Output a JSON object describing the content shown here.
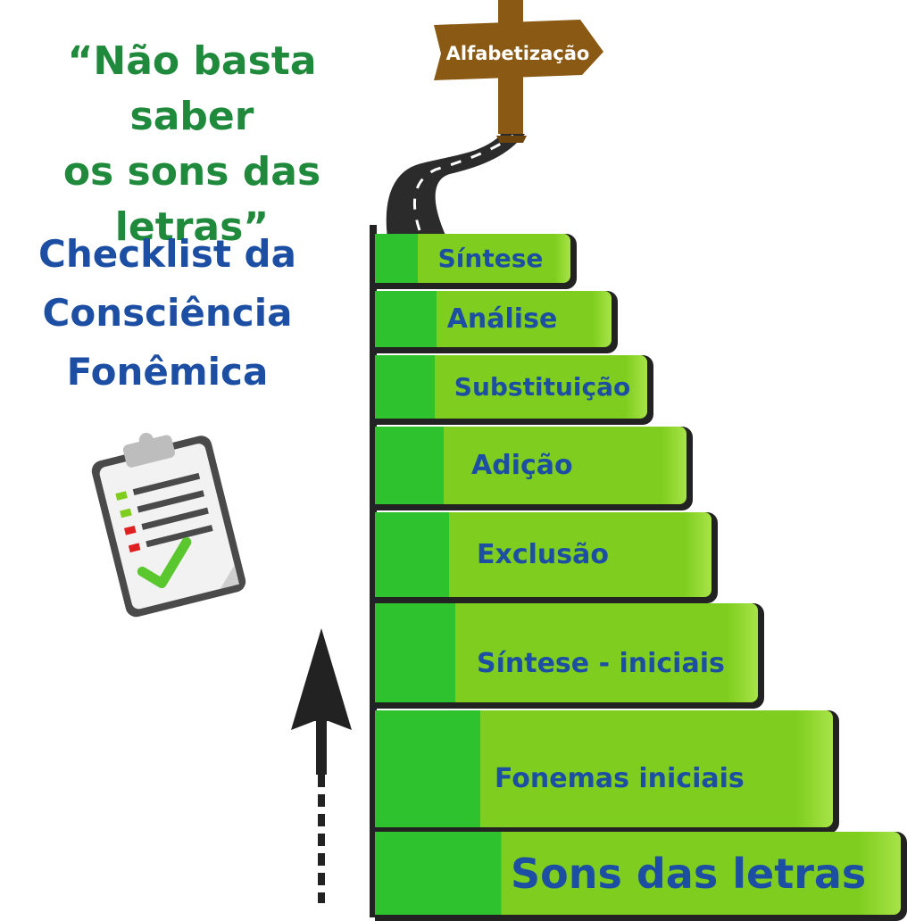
{
  "quote": "“Não basta saber\nos sons das\nletras”",
  "subtitle": "Checklist da\nConsciência\nFonêmica",
  "signpost": {
    "label": "Alfabetização"
  },
  "steps": [
    {
      "label": "Síntese"
    },
    {
      "label": "Análise"
    },
    {
      "label": "Substituição"
    },
    {
      "label": "Adição"
    },
    {
      "label": "Exclusão"
    },
    {
      "label": "Síntese - iniciais"
    },
    {
      "label": "Fonemas iniciais"
    },
    {
      "label": "Sons das letras"
    }
  ],
  "colors": {
    "quote": "#1f8a3c",
    "subtitle": "#1c4fa3",
    "step_dark": "#2ec22f",
    "step_light": "#7fce1f",
    "step_text": "#1c4fa3",
    "signpost": "#8a5a14"
  },
  "icons": [
    "clipboard-checklist-icon",
    "up-arrow-icon",
    "signpost-icon",
    "road-icon"
  ]
}
